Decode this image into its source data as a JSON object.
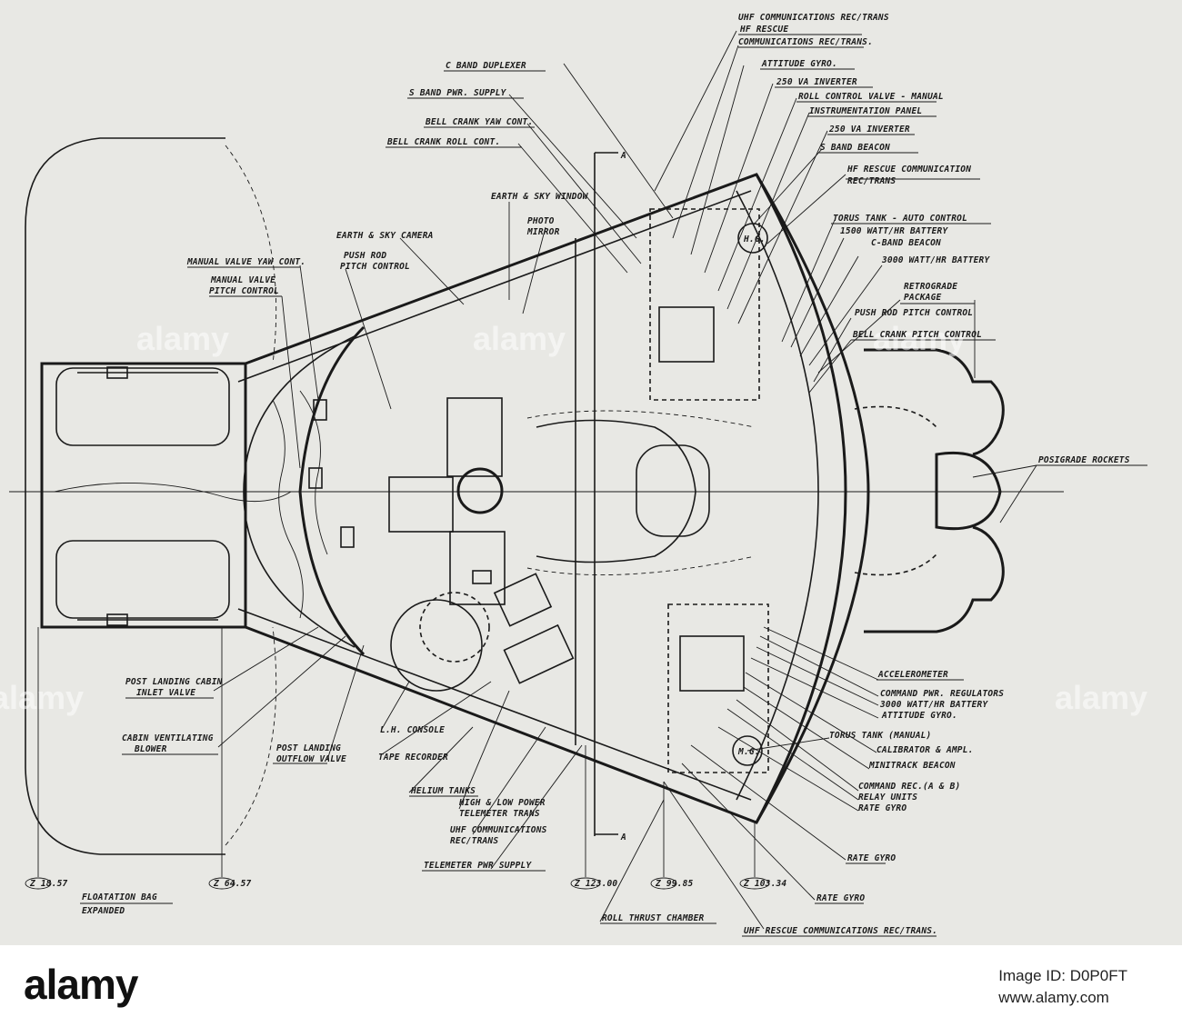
{
  "watermark": {
    "text": "alamy"
  },
  "labels": [
    {
      "id": "uhf-comm-top",
      "text": "UHF COMMUNICATIONS REC/TRANS"
    },
    {
      "id": "hf-rescue",
      "text": "HF RESCUE"
    },
    {
      "id": "comm-rec-trans",
      "text": "COMMUNICATIONS REC/TRANS."
    },
    {
      "id": "attitude-gyro-top",
      "text": "ATTITUDE GYRO."
    },
    {
      "id": "va-inverter-1",
      "text": "250 VA INVERTER"
    },
    {
      "id": "roll-valve-manual",
      "text": "ROLL CONTROL VALVE - MANUAL"
    },
    {
      "id": "instrument-panel",
      "text": "INSTRUMENTATION PANEL"
    },
    {
      "id": "va-inverter-2",
      "text": "250 VA INVERTER"
    },
    {
      "id": "s-band-beacon",
      "text": "S BAND BEACON"
    },
    {
      "id": "hf-rescue-comm",
      "text": "HF RESCUE COMMUNICATION"
    },
    {
      "id": "hf-rec-trans",
      "text": "REC/TRANS"
    },
    {
      "id": "c-band-duplexer",
      "text": "C BAND DUPLEXER"
    },
    {
      "id": "s-band-pwr",
      "text": "S BAND PWR. SUPPLY"
    },
    {
      "id": "bell-crank-yaw",
      "text": "BELL CRANK YAW CONT."
    },
    {
      "id": "bell-crank-roll",
      "text": "BELL CRANK ROLL CONT."
    },
    {
      "id": "earth-sky-window",
      "text": "EARTH & SKY WINDOW"
    },
    {
      "id": "photo-mirror-1",
      "text": "PHOTO"
    },
    {
      "id": "photo-mirror-2",
      "text": "MIRROR"
    },
    {
      "id": "earth-sky-camera",
      "text": "EARTH & SKY CAMERA"
    },
    {
      "id": "push-rod-1",
      "text": "PUSH ROD"
    },
    {
      "id": "push-rod-2",
      "text": "PITCH CONTROL"
    },
    {
      "id": "manual-valve-yaw",
      "text": "MANUAL VALVE YAW CONT."
    },
    {
      "id": "manual-valve-1",
      "text": "MANUAL VALVE"
    },
    {
      "id": "manual-valve-2",
      "text": "PITCH CONTROL"
    },
    {
      "id": "torus-auto",
      "text": "TORUS TANK - AUTO CONTROL"
    },
    {
      "id": "battery-1500",
      "text": "1500 WATT/HR BATTERY"
    },
    {
      "id": "c-band-beacon",
      "text": "C-BAND BEACON"
    },
    {
      "id": "battery-3000",
      "text": "3000 WATT/HR BATTERY"
    },
    {
      "id": "retro-1",
      "text": "RETROGRADE"
    },
    {
      "id": "retro-2",
      "text": "PACKAGE"
    },
    {
      "id": "push-rod-pitch",
      "text": "PUSH ROD PITCH CONTROL"
    },
    {
      "id": "bell-crank-pitch",
      "text": "BELL CRANK PITCH CONTROL"
    },
    {
      "id": "posigrade",
      "text": "POSIGRADE ROCKETS"
    },
    {
      "id": "accelerometer",
      "text": "ACCELEROMETER"
    },
    {
      "id": "cmd-pwr-reg",
      "text": "COMMAND PWR. REGULATORS"
    },
    {
      "id": "battery-3000b",
      "text": "3000 WATT/HR BATTERY"
    },
    {
      "id": "attitude-gyro-b",
      "text": "ATTITUDE GYRO."
    },
    {
      "id": "torus-manual",
      "text": "TORUS TANK (MANUAL)"
    },
    {
      "id": "calibrator",
      "text": "CALIBRATOR & AMPL."
    },
    {
      "id": "minitrack",
      "text": "MINITRACK BEACON"
    },
    {
      "id": "cmd-reg",
      "text": "COMMAND REC.(A & B)"
    },
    {
      "id": "relay-units",
      "text": "RELAY UNITS"
    },
    {
      "id": "rate-gyro-a",
      "text": "RATE GYRO"
    },
    {
      "id": "rate-gyro-b",
      "text": "RATE GYRO"
    },
    {
      "id": "rate-gyro-c",
      "text": "RATE GYRO"
    },
    {
      "id": "uhf-rescue",
      "text": "UHF RESCUE COMMUNICATIONS REC/TRANS."
    },
    {
      "id": "roll-thrust",
      "text": "ROLL THRUST CHAMBER"
    },
    {
      "id": "telemeter-pwr",
      "text": "TELEMETER PWR SUPPLY"
    },
    {
      "id": "uhf-comm-1",
      "text": "UHF COMMUNICATIONS"
    },
    {
      "id": "uhf-comm-2",
      "text": "REC/TRANS"
    },
    {
      "id": "hi-lo-1",
      "text": "HIGH & LOW POWER"
    },
    {
      "id": "hi-lo-2",
      "text": "TELEMETER TRANS"
    },
    {
      "id": "helium",
      "text": "HELIUM TANKS"
    },
    {
      "id": "tape-recorder",
      "text": "TAPE RECORDER"
    },
    {
      "id": "lh-console",
      "text": "L.H. CONSOLE"
    },
    {
      "id": "post-outflow-1",
      "text": "POST LANDING"
    },
    {
      "id": "post-outflow-2",
      "text": "OUTFLOW VALVE"
    },
    {
      "id": "cabin-vent-1",
      "text": "CABIN VENTILATING"
    },
    {
      "id": "cabin-vent-2",
      "text": "BLOWER"
    },
    {
      "id": "post-inlet-1",
      "text": "POST LANDING CABIN"
    },
    {
      "id": "post-inlet-2",
      "text": "INLET VALVE"
    },
    {
      "id": "flotation-1",
      "text": "FLOATATION BAG"
    },
    {
      "id": "flotation-2",
      "text": "EXPANDED"
    }
  ],
  "stations": [
    {
      "id": "sta-1",
      "text": "Z 18.57"
    },
    {
      "id": "sta-2",
      "text": "Z 64.57"
    },
    {
      "id": "sta-3",
      "text": "Z 123.00"
    },
    {
      "id": "sta-4",
      "text": "Z 99.85"
    },
    {
      "id": "sta-5",
      "text": "Z 103.34"
    }
  ],
  "section_marks": [
    {
      "id": "sec-top",
      "text": "A"
    },
    {
      "id": "sec-bottom",
      "text": "A"
    }
  ],
  "instrument_tags": [
    {
      "id": "tag-upper",
      "text": "H.G."
    },
    {
      "id": "tag-lower",
      "text": "M.G."
    }
  ],
  "footer": {
    "logo": "alamy",
    "image_id_label": "Image ID: D0P0FT",
    "site": "www.alamy.com"
  }
}
